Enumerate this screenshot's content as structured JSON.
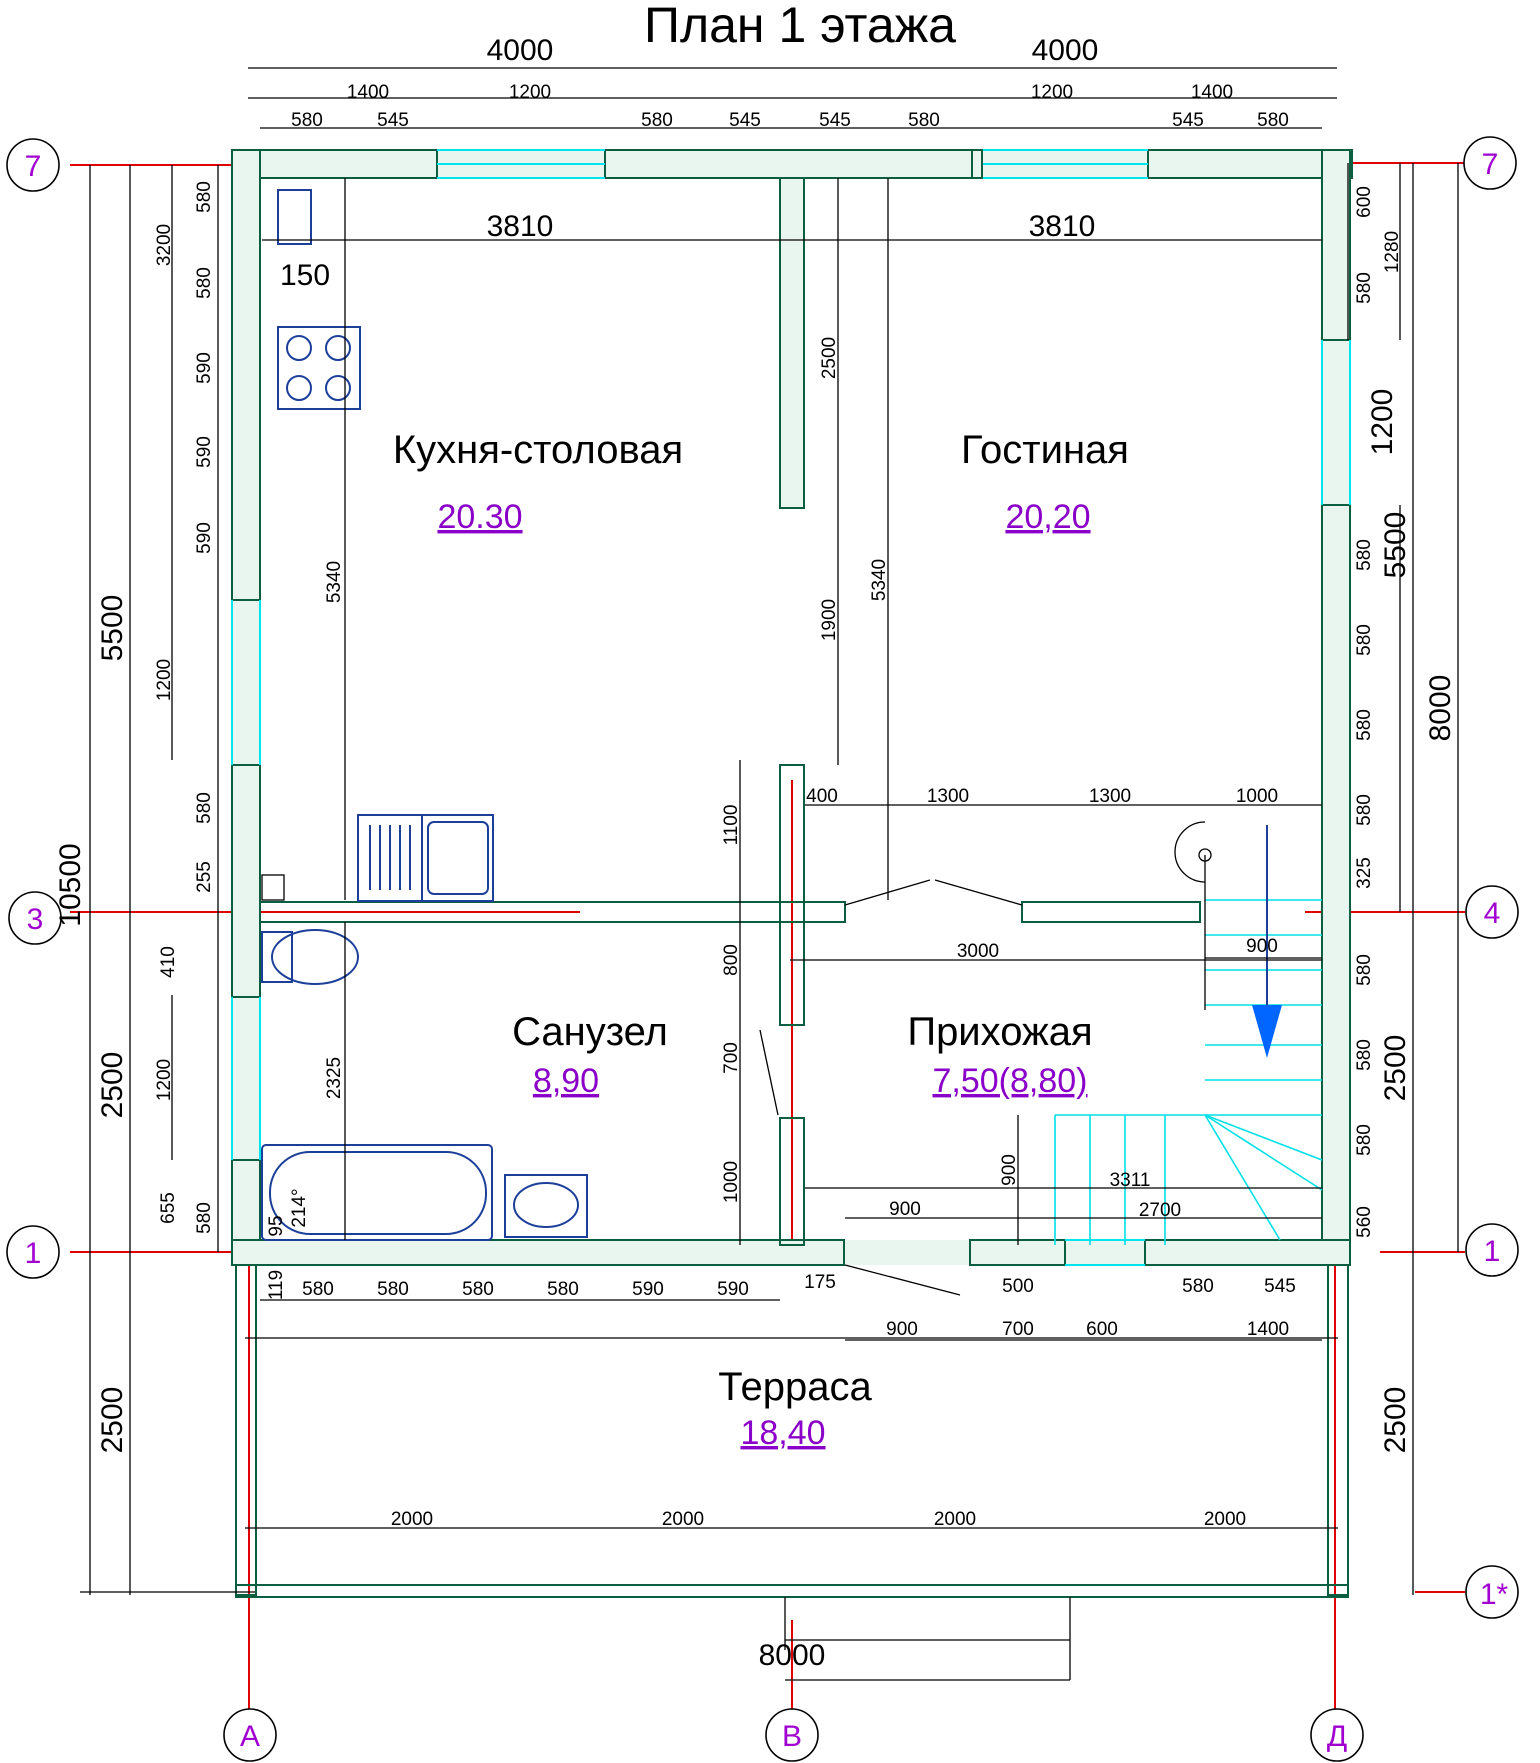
{
  "title": "План 1 этажа",
  "rooms": [
    {
      "name": "Кухня-столовая",
      "area": "20.30"
    },
    {
      "name": "Гостиная",
      "area": "20,20"
    },
    {
      "name": "Санузел",
      "area": "8,90"
    },
    {
      "name": "Прихожая",
      "area": "7,50(8,80)"
    },
    {
      "name": "Терраса",
      "area": "18,40"
    }
  ],
  "axes": {
    "row7": "7",
    "row3": "3",
    "row4": "4",
    "row1": "1",
    "row1star": "1*",
    "colA": "А",
    "colB": "В",
    "colD": "Д"
  },
  "dims": {
    "top_left_4000": "4000",
    "top_right_4000": "4000",
    "top_1400_l": "1400",
    "top_1200_l": "1200",
    "top_1200_r": "1200",
    "top_1400_r": "1400",
    "top_580_a": "580",
    "top_545_a": "545",
    "top_580_b": "580",
    "top_545_b": "545",
    "top_545_c": "545",
    "top_580_c": "580",
    "top_545_d": "545",
    "top_580_d": "580",
    "kitchen_3810": "3810",
    "living_3810": "3810",
    "kitchen_150": "150",
    "left_10500": "10500",
    "left_5500": "5500",
    "left_2500": "2500",
    "left_2500_t": "2500",
    "left_3200": "3200",
    "left_1200_a": "1200",
    "left_1200_b": "1200",
    "left_580_1": "580",
    "left_580_2": "580",
    "left_590_1": "590",
    "left_590_2": "590",
    "left_590_3": "590",
    "left_580_3": "580",
    "left_255": "255",
    "left_410": "410",
    "left_655": "655",
    "left_580_4": "580",
    "kitchen_5340": "5340",
    "bath_2325": "2325",
    "partition_2500": "2500",
    "partition_1900": "1900",
    "living_5340": "5340",
    "partition_1100": "1100",
    "partition_800": "800",
    "partition_700": "700",
    "partition_1000": "1000",
    "hall_400": "400",
    "hall_1300_a": "1300",
    "hall_1300_b": "1300",
    "hall_1000": "1000",
    "hall_3000": "3000",
    "stair_900": "900",
    "hall_900_v": "900",
    "hall_3311": "3311",
    "hall_2700": "2700",
    "right_8000": "8000",
    "right_5500": "5500",
    "right_2500": "2500",
    "right_2500_t": "2500",
    "right_600": "600",
    "right_1280": "1280",
    "right_580_1": "580",
    "right_1200": "1200",
    "right_580_2": "580",
    "right_580_3": "580",
    "right_580_4": "580",
    "right_580_5": "580",
    "right_325": "325",
    "right_580_6": "580",
    "right_580_7": "580",
    "right_580_8": "580",
    "right_560": "560",
    "bot_119": "119",
    "bot_95": "95",
    "bot_214": "214°",
    "bot_580_1": "580",
    "bot_580_2": "580",
    "bot_580_3": "580",
    "bot_580_4": "580",
    "bot_590_1": "590",
    "bot_590_2": "590",
    "bot_175": "175",
    "bot_900_door": "900",
    "bot_500": "500",
    "bot_580_r": "580",
    "bot_545_r": "545",
    "bot_900": "900",
    "bot_700": "700",
    "bot_600": "600",
    "bot_1400": "1400",
    "terr_2000_1": "2000",
    "terr_2000_2": "2000",
    "terr_2000_3": "2000",
    "terr_2000_4": "2000",
    "terr_8000": "8000"
  },
  "colors": {
    "wall": "#0b5e3f",
    "window": "#00e5ee",
    "axis_line": "#e00000",
    "label": "#a000d0",
    "fixture": "#1c3f9a",
    "arrow": "#0066ff"
  }
}
